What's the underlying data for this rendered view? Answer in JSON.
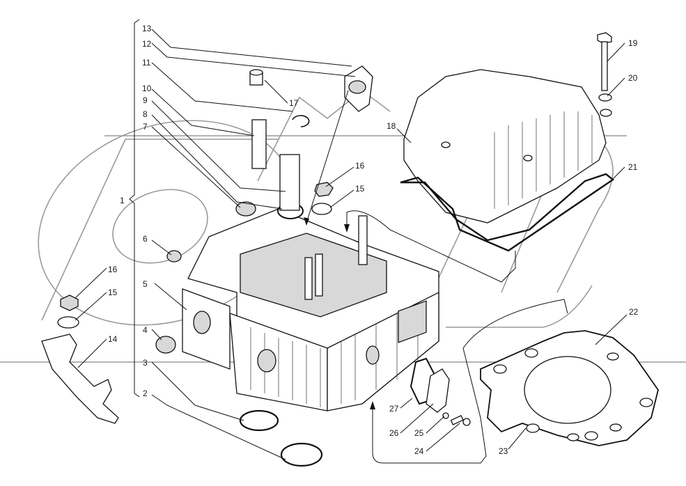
{
  "diagram": {
    "type": "exploded-parts-diagram",
    "subject": "cylinder head assembly",
    "assembly_group": {
      "number": "1",
      "members": [
        "2",
        "3",
        "4",
        "5",
        "6",
        "7",
        "8",
        "9",
        "10",
        "11",
        "12",
        "13"
      ]
    },
    "watermark": {
      "color": "#9a9a9a"
    },
    "line_color": "#111111",
    "background": "#ffffff"
  },
  "callouts": [
    {
      "id": "c1",
      "label": "1"
    },
    {
      "id": "c2",
      "label": "2"
    },
    {
      "id": "c3",
      "label": "3"
    },
    {
      "id": "c4",
      "label": "4"
    },
    {
      "id": "c5",
      "label": "5"
    },
    {
      "id": "c6",
      "label": "6"
    },
    {
      "id": "c7",
      "label": "7"
    },
    {
      "id": "c8",
      "label": "8"
    },
    {
      "id": "c9",
      "label": "9"
    },
    {
      "id": "c10",
      "label": "10"
    },
    {
      "id": "c11",
      "label": "11"
    },
    {
      "id": "c12",
      "label": "12"
    },
    {
      "id": "c13",
      "label": "13"
    },
    {
      "id": "c14",
      "label": "14"
    },
    {
      "id": "c15a",
      "label": "15"
    },
    {
      "id": "c16a",
      "label": "16"
    },
    {
      "id": "c15b",
      "label": "15"
    },
    {
      "id": "c16b",
      "label": "16"
    },
    {
      "id": "c17",
      "label": "17"
    },
    {
      "id": "c18",
      "label": "18"
    },
    {
      "id": "c19",
      "label": "19"
    },
    {
      "id": "c20",
      "label": "20"
    },
    {
      "id": "c21",
      "label": "21"
    },
    {
      "id": "c22",
      "label": "22"
    },
    {
      "id": "c23",
      "label": "23"
    },
    {
      "id": "c24",
      "label": "24"
    },
    {
      "id": "c25",
      "label": "25"
    },
    {
      "id": "c26",
      "label": "26"
    },
    {
      "id": "c27",
      "label": "27"
    }
  ]
}
